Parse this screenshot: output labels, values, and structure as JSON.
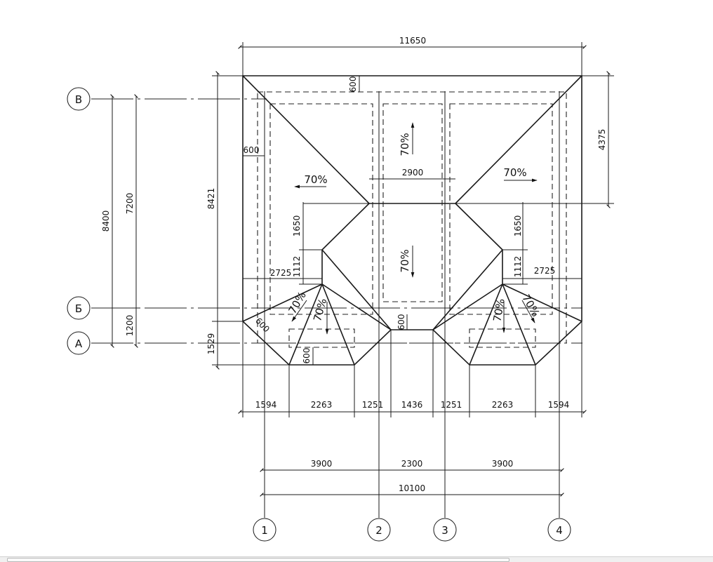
{
  "drawing": {
    "axes_rows": [
      "В",
      "Б",
      "А"
    ],
    "axes_cols": [
      "1",
      "2",
      "3",
      "4"
    ],
    "dim_top": "11650",
    "dim_right": "4375",
    "dim_left": [
      "8400",
      "7200",
      "1200",
      "8421",
      "1529"
    ],
    "dim_bottom_chain": [
      "1594",
      "2263",
      "1251",
      "1436",
      "1251",
      "2263",
      "1594"
    ],
    "dim_axes_chain": [
      "3900",
      "2300",
      "3900"
    ],
    "dim_total": "10100",
    "inner": {
      "overhang_top": "600",
      "overhang_left": "600",
      "ridge_width": "2900",
      "left_1650": "1650",
      "right_1650": "1650",
      "left_1112": "1112",
      "right_1112": "1112",
      "left_2725": "2725",
      "right_2725": "2725",
      "bay_left_600_diag": "600",
      "bay_left_600_vert": "600",
      "center_600": "600"
    },
    "slopes": [
      "70%",
      "70%",
      "70%",
      "70%",
      "70%",
      "70%",
      "70%",
      "70%"
    ]
  }
}
